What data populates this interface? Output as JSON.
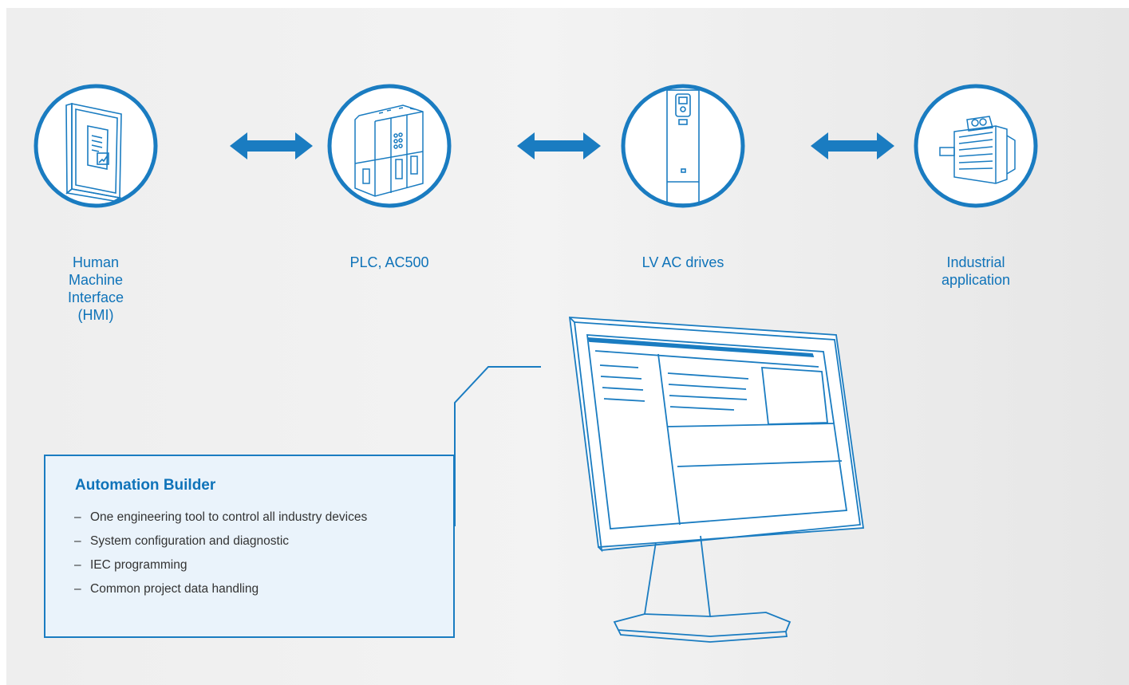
{
  "colors": {
    "accent": "#0f73b9",
    "stroke": "#1a7cc1",
    "arrow": "#1a7cc1",
    "callout_bg": "#eaf3fb",
    "background": "#efefef"
  },
  "components": [
    {
      "id": "hmi",
      "icon": "hmi-panel-icon",
      "label": "Human\nMachine\nInterface (HMI)"
    },
    {
      "id": "plc",
      "icon": "plc-module-icon",
      "label": "PLC, AC500"
    },
    {
      "id": "drive",
      "icon": "ac-drive-icon",
      "label": "LV AC drives"
    },
    {
      "id": "motor",
      "icon": "motor-icon",
      "label": "Industrial\napplication"
    }
  ],
  "connectors": [
    {
      "from": "hmi",
      "to": "plc",
      "type": "bidirectional"
    },
    {
      "from": "plc",
      "to": "drive",
      "type": "bidirectional"
    },
    {
      "from": "drive",
      "to": "motor",
      "type": "bidirectional"
    }
  ],
  "callout": {
    "title": "Automation Builder",
    "items": [
      "One engineering tool to control all industry devices",
      "System configuration and diagnostic",
      "IEC programming",
      "Common project data handling"
    ],
    "bullet": "–"
  },
  "computer": {
    "icon": "computer-monitor-icon"
  }
}
